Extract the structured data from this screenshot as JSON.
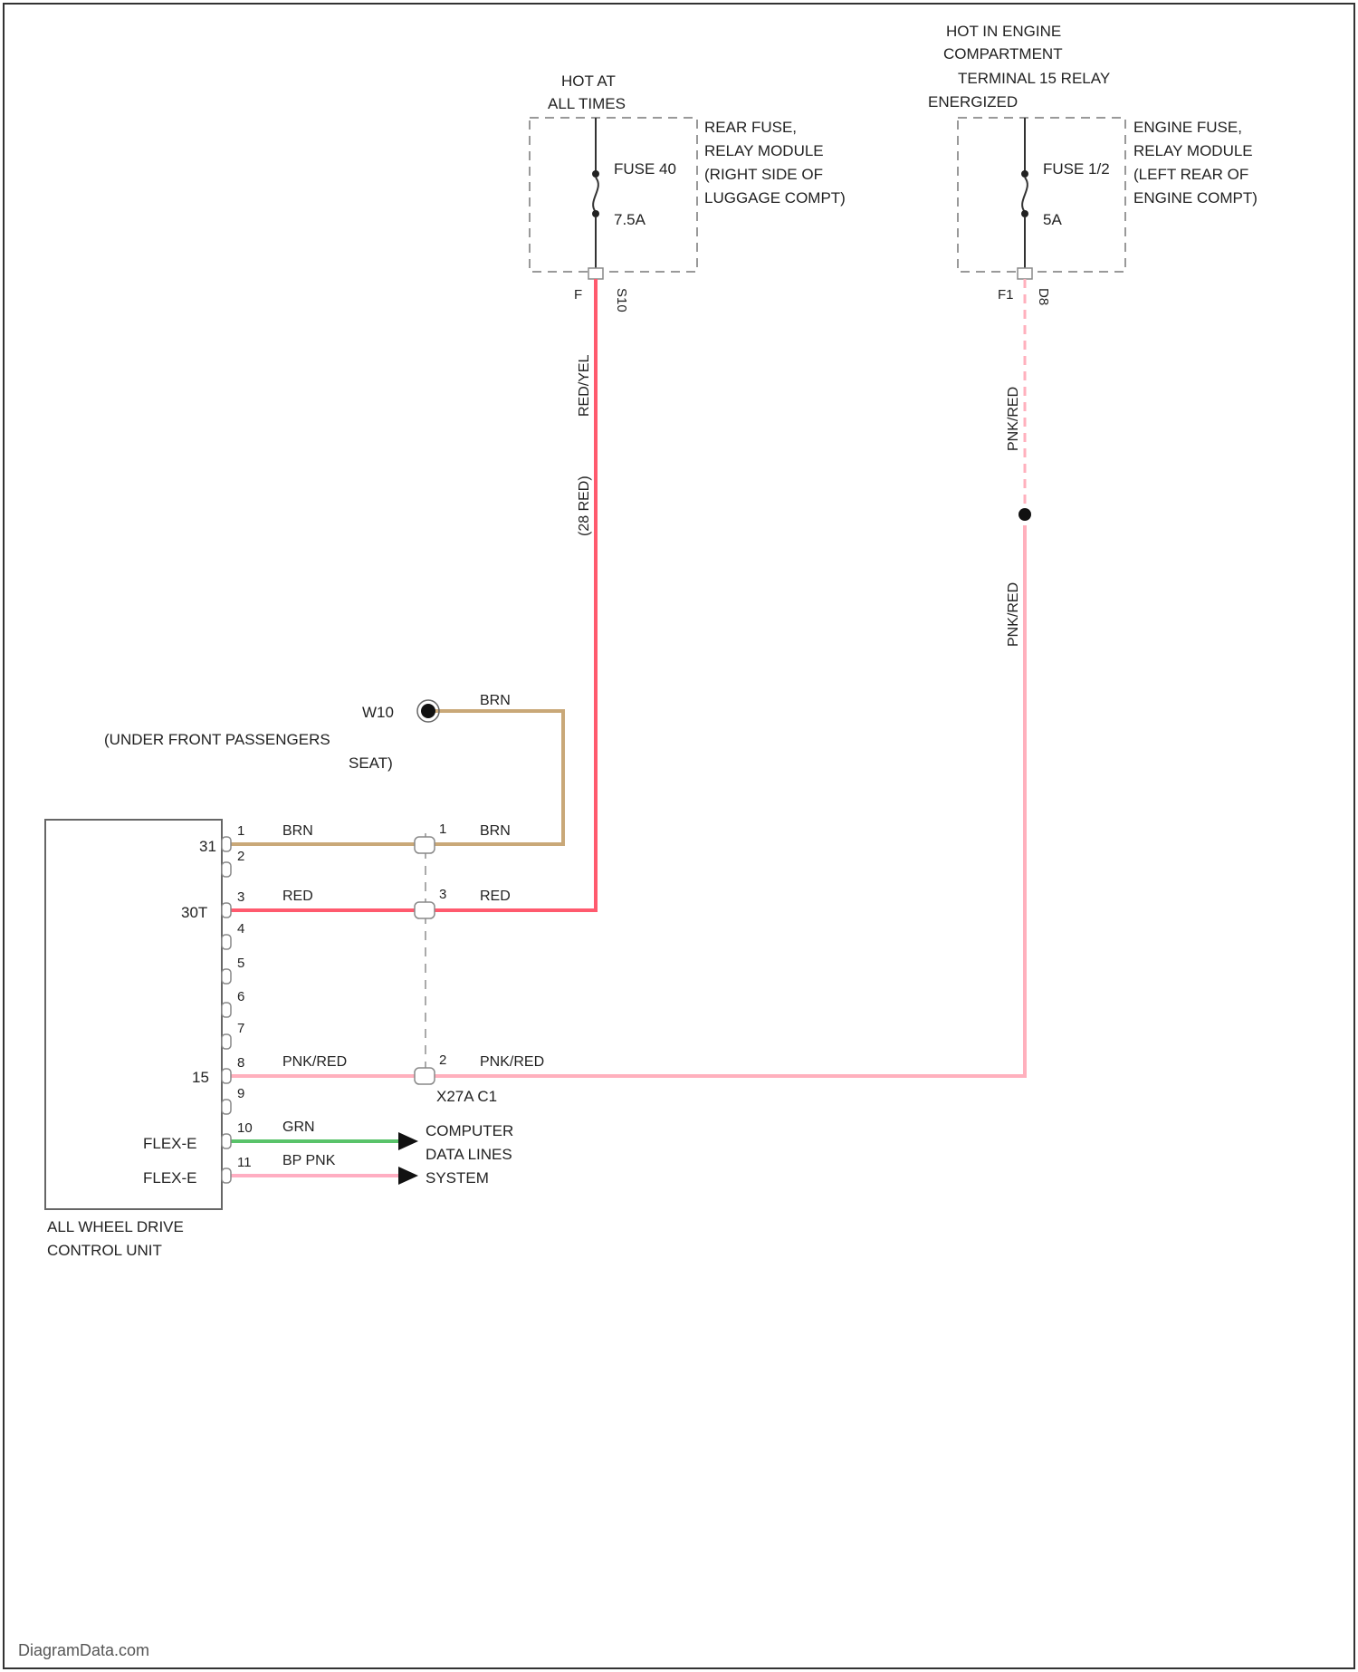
{
  "colors": {
    "red": "#ff5a6e",
    "pnk_red": "#ffb0bd",
    "brn": "#c9a878",
    "grn": "#59c36a",
    "pnk": "#ffaec2",
    "outline": "#333333",
    "dashed": "#999999"
  },
  "supply_left": {
    "line1": "HOT AT",
    "line2": "ALL TIMES",
    "fuse_name": "FUSE 40",
    "fuse_rating": "7.5A",
    "module_line1": "REAR FUSE,",
    "module_line2": "RELAY MODULE",
    "module_line3": "(RIGHT SIDE OF",
    "module_line4": "LUGGAGE COMPT)",
    "pin_code": "F",
    "connector": "S10",
    "wire_upper": "RED/YEL",
    "wire_lower": "(28 RED)"
  },
  "supply_right": {
    "line1": "HOT IN ENGINE",
    "line2": "COMPARTMENT",
    "line3": "TERMINAL 15 RELAY",
    "line4": "ENERGIZED",
    "fuse_name": "FUSE 1/2",
    "fuse_rating": "5A",
    "module_line1": "ENGINE FUSE,",
    "module_line2": "RELAY MODULE",
    "module_line3": "(LEFT REAR OF",
    "module_line4": "ENGINE COMPT)",
    "pin_code": "F1",
    "connector": "D8",
    "wire_upper": "PNK/RED",
    "wire_lower": "PNK/RED"
  },
  "ground": {
    "name": "W10",
    "loc1": "(UNDER FRONT PASSENGERS",
    "loc2": "SEAT)",
    "wire": "BRN"
  },
  "module": {
    "name1": "ALL WHEEL DRIVE",
    "name2": "CONTROL UNIT",
    "pins": [
      "1",
      "2",
      "3",
      "4",
      "5",
      "6",
      "7",
      "8",
      "9",
      "10",
      "11"
    ],
    "labels": {
      "gnd": "31",
      "bat": "30T",
      "ign": "15",
      "flex_a": "FLEX-E",
      "flex_b": "FLEX-E"
    },
    "wires": {
      "p1": "BRN",
      "p3": "RED",
      "p8": "PNK/RED",
      "p10": "GRN",
      "p11": "BP PNK"
    }
  },
  "connector_x": {
    "name": "X27A C1",
    "pins": {
      "p1": "1",
      "p3": "3",
      "p8": "2"
    },
    "wires": {
      "p1": "BRN",
      "p3": "RED",
      "p8": "PNK/RED"
    }
  },
  "data_lines": {
    "line1": "COMPUTER",
    "line2": "DATA LINES",
    "line3": "SYSTEM"
  },
  "footer": "DiagramData.com"
}
